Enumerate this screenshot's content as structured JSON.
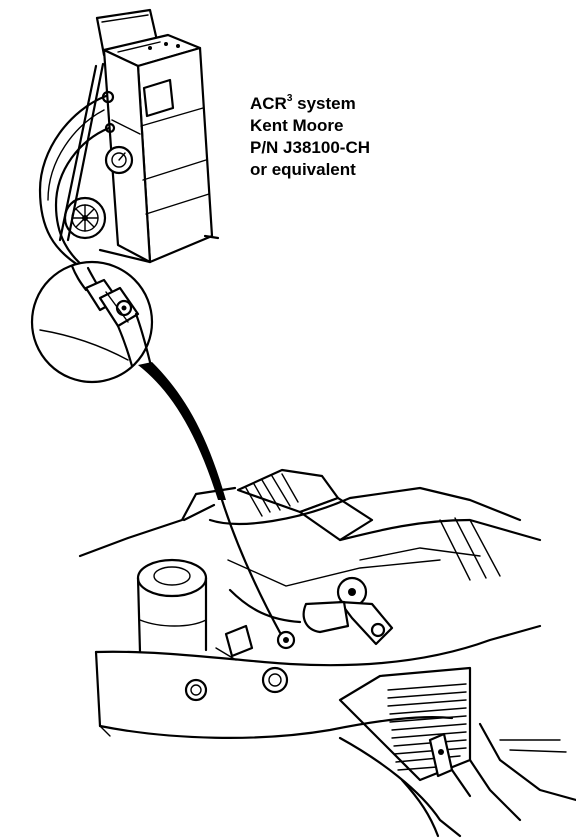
{
  "callout": {
    "line1_main": "ACR",
    "line1_sup": "3",
    "line1_rest": " system",
    "line2": "Kent Moore",
    "line3": "P/N J38100-CH",
    "line4": "or equivalent"
  }
}
